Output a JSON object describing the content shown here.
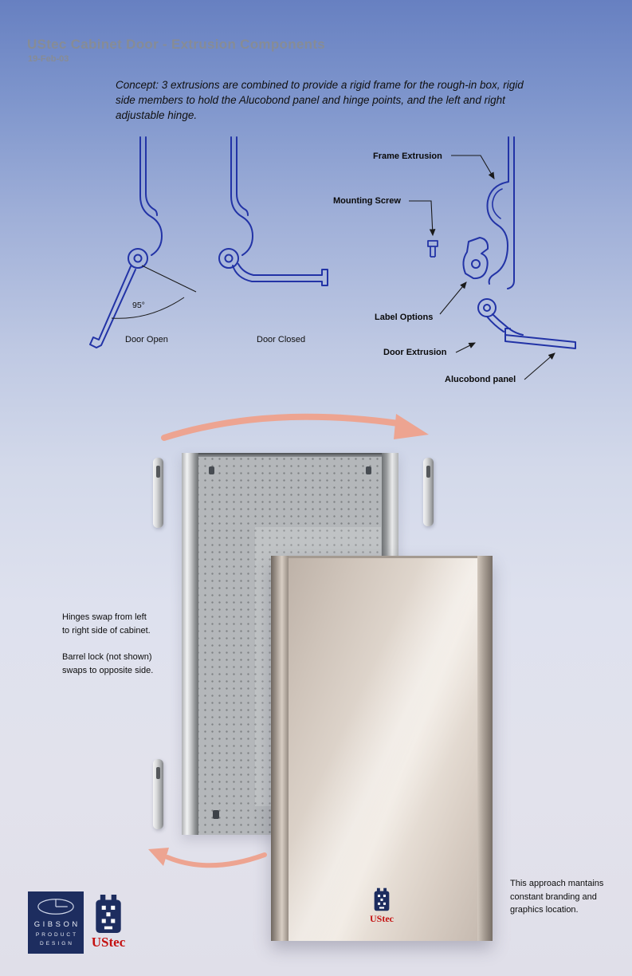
{
  "header": {
    "title": "UStec Cabinet Door - Extrusion Components",
    "date": "19-Feb-03"
  },
  "concept": "Concept:  3 extrusions are combined to provide a rigid frame for the rough-in box, rigid side members to hold the Alucobond panel and hinge points, and the left and right adjustable hinge.",
  "diagram": {
    "door_open_label": "Door Open",
    "door_closed_label": "Door Closed",
    "angle_label": "95°",
    "callouts": {
      "frame_extrusion": "Frame Extrusion",
      "mounting_screw": "Mounting Screw",
      "label_options": "Label Options",
      "door_extrusion": "Door Extrusion",
      "alucobond_panel": "Alucobond panel"
    }
  },
  "notes": {
    "hinges": "Hinges swap from left\nto right side of cabinet.",
    "barrel_lock": "Barrel lock (not shown)\nswaps to opposite side.",
    "branding": "This approach mantains\nconstant branding and\ngraphics location."
  },
  "door_render": {
    "brand": "UStec"
  },
  "footer": {
    "gibson": {
      "name": "GIBSON",
      "line2": "PRODUCT",
      "line3": "DESIGN"
    },
    "ustec": {
      "brand": "UStec"
    }
  },
  "colors": {
    "background_top": "#6780c1",
    "background_bottom": "#e0dfe9",
    "line_blue": "#2233a6",
    "leader_black": "#1a1a1a",
    "arrow_salmon": "#eda491",
    "brand_red": "#c41111",
    "logo_navy": "#1d2d5f",
    "title_gray": "#878c95"
  }
}
